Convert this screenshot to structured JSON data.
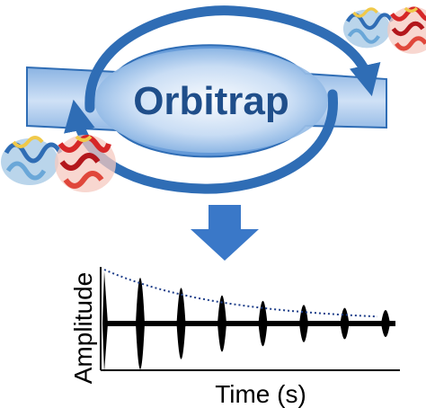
{
  "figure": {
    "title_label": "Orbitrap",
    "x_axis_label": "Time (s)",
    "y_axis_label": "Amplitude"
  },
  "colors": {
    "tube_light": "#e6f0fb",
    "tube_mid": "#9fc3ea",
    "tube_dark": "#4a86cf",
    "orbit_arrow": "#2f6db5",
    "down_arrow": "#3a78c8",
    "envelope": "#1f3f8a",
    "signal": "#000000",
    "label_text": "#1f4e8a"
  },
  "icons": {
    "protein_left": "protein-ribbon-structure-icon",
    "protein_right": "protein-ribbon-structure-icon",
    "down_arrow": "arrow-down-icon"
  },
  "transient": {
    "beat_count": 7,
    "decay": "exponential",
    "envelope_style": "dotted"
  }
}
